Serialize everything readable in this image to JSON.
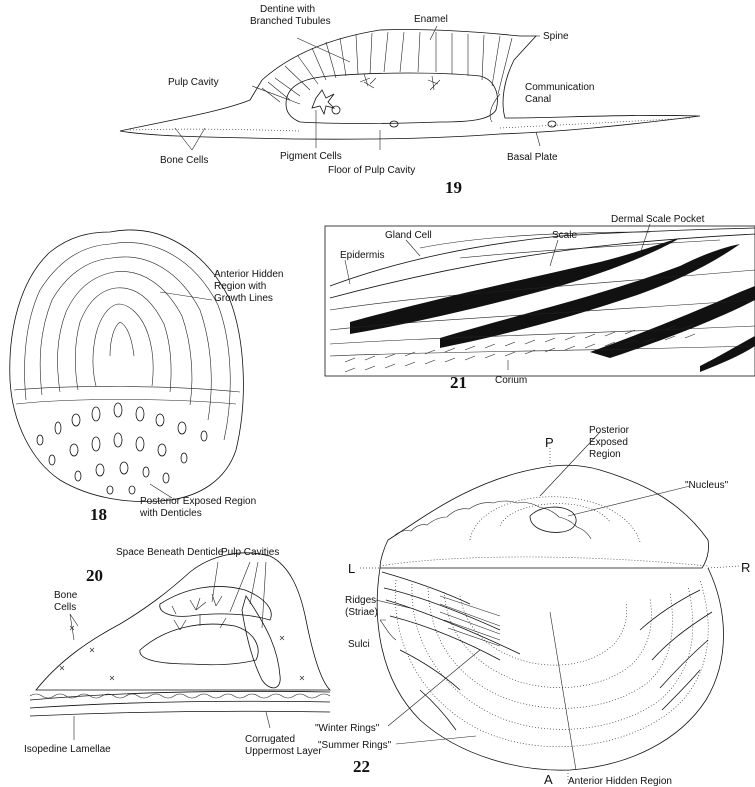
{
  "fig19": {
    "number": "19",
    "dentine_line1": "Dentine with",
    "dentine_line2": "Branched Tubules",
    "enamel": "Enamel",
    "spine": "Spine",
    "pulp_cavity": "Pulp Cavity",
    "communication_line1": "Communication",
    "communication_line2": "Canal",
    "bone_cells": "Bone Cells",
    "pigment_cells": "Pigment Cells",
    "basal_plate": "Basal Plate",
    "floor_pulp_cavity": "Floor of Pulp Cavity"
  },
  "fig18": {
    "number": "18",
    "anterior_line1": "Anterior Hidden",
    "anterior_line2": "Region with",
    "anterior_line3": "Growth Lines",
    "posterior_line1": "Posterior Exposed Region",
    "posterior_line2": "with Denticles"
  },
  "fig21": {
    "number": "21",
    "gland_cell": "Gland Cell",
    "scale": "Scale",
    "dermal_scale_pocket": "Dermal Scale Pocket",
    "epidermis": "Epidermis",
    "corium": "Corium"
  },
  "fig20": {
    "number": "20",
    "space_beneath_denticle": "Space Beneath Denticle",
    "pulp_cavities": "Pulp Cavities",
    "bone_line1": "Bone",
    "bone_line2": "Cells",
    "isopedine": "Isopedine Lamellae",
    "corrugated_line1": "Corrugated",
    "corrugated_line2": "Uppermost Layer"
  },
  "fig22": {
    "number": "22",
    "axis_p": "P",
    "axis_l": "L",
    "axis_r": "R",
    "axis_a": "A",
    "posterior_line1": "Posterior",
    "posterior_line2": "Exposed",
    "posterior_line3": "Region",
    "nucleus": "\"Nucleus\"",
    "ridges_line1": "Ridges",
    "ridges_line2": "(Striae)",
    "sulci": "Sulci",
    "winter_rings": "\"Winter Rings\"",
    "summer_rings": "\"Summer Rings\"",
    "anterior_hidden": "Anterior Hidden Region"
  }
}
